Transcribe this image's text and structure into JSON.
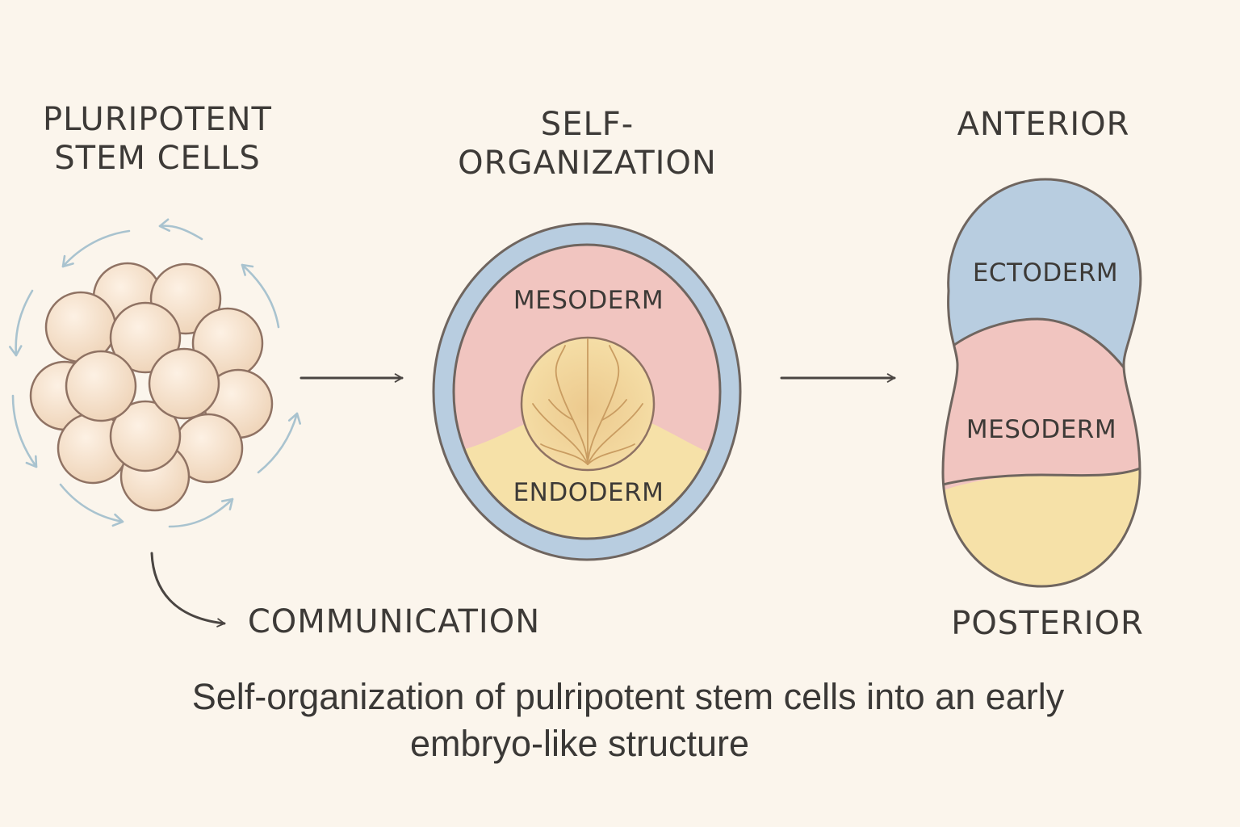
{
  "headings": {
    "stem_cells": [
      "PLURIPOTENT",
      "STEM CELLS"
    ],
    "self_organization": [
      "SELF-",
      "ORGANIZATION"
    ],
    "anterior": "ANTERIOR",
    "posterior": "POSTERIOR",
    "communication": "COMMUNICATION"
  },
  "middle_structure": {
    "mesoderm": "MESODERM",
    "endoderm": "ENDODERM"
  },
  "embryo": {
    "ectoderm": "ECTODERM",
    "mesoderm": "MESODERM"
  },
  "caption": [
    "Self-organization of pulripotent stem cells into an early",
    "embryo-like structure"
  ],
  "colors": {
    "background": "#fbf5ec",
    "cell_fill": "#f3e0c8",
    "cell_stroke": "#8f7263",
    "rotation_arrows": "#a9c3cf",
    "ectoderm_blue": "#b8cde0",
    "mesoderm_pink": "#f1c5c0",
    "endoderm_yellow": "#f6e1a8",
    "outline": "#6f655f",
    "flow_arrow": "#4a4542"
  }
}
